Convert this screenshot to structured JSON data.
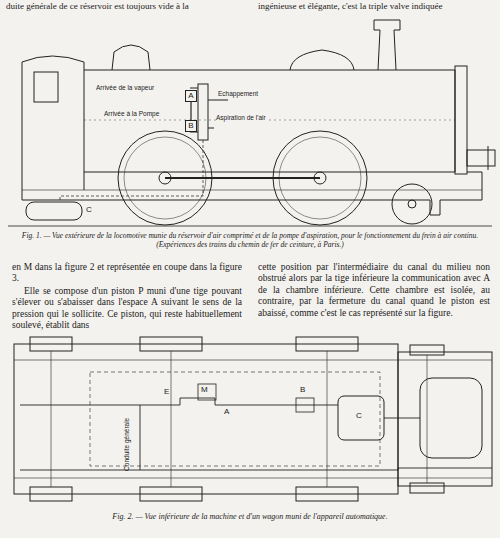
{
  "diagram": {
    "caption": "Fig. 1. — Vue extérieure de la locomotive munie du réservoir d'air comprimé et de la pompe d'aspiration, pour le fonctionnement du frein à air continu. (Expériences des trains du chemin de fer de ceinture, à Paris.)",
    "nodes": [
      {
        "text": [
          "A"
        ]
      },
      {
        "text": [
          "B"
        ]
      }
    ],
    "edges": [
      {
        "from": 0,
        "to": 1,
        "arrow": "none"
      }
    ],
    "labels": [
      "duite générale de ce réservoir est toujours vide à la",
      "ingénieuse et élégante, c'est la triple valve indiquée",
      "Arrivée de la vapeur",
      "Echappement",
      "Arrivée à la Pompe",
      "Aspiration de l'air",
      "C",
      "en M dans la figure 2 et représentée en coupe dans la figure 3.",
      "Elle se compose d'un piston P muni d'une tige pouvant s'élever ou s'abaisser dans l'espace A suivant le sens de la pression qui le sollicite. Ce piston, qui reste habituellement soulevé, établit dans",
      "cette position par l'intermédiaire du canal du milieu non obstrué alors par la tige inférieure la communication avec A de la chambre inférieure. Cette chambre est isolée, au contraire, par la fermeture du canal quand le piston est abaissé, comme c'est le cas représenté sur la figure.",
      "M",
      "E",
      "C",
      "B",
      "A",
      "Conduite générale",
      "Fig. 2. — Vue inférieure de la machine et d'un wagon muni de l'appareil automatique."
    ]
  }
}
